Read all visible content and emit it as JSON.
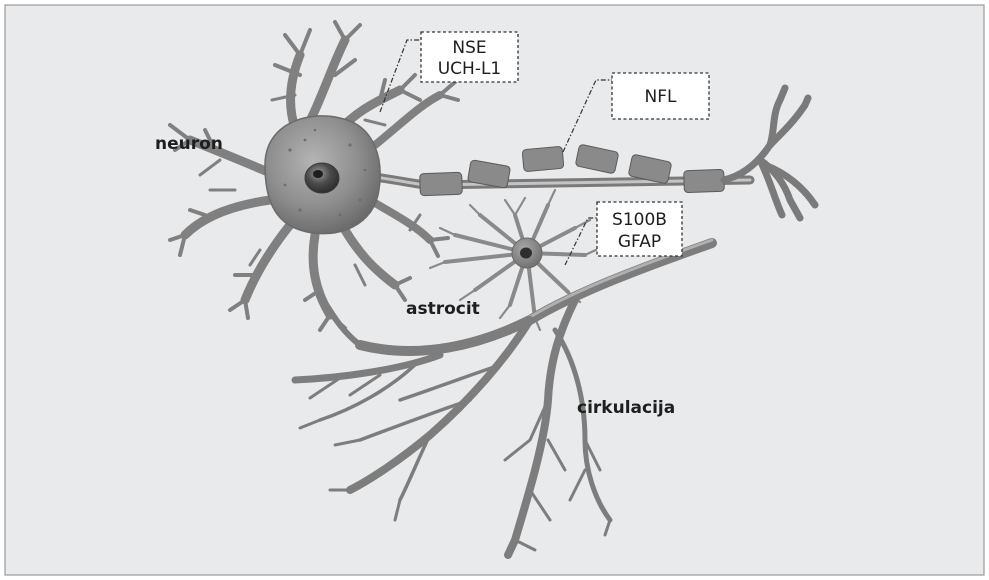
{
  "colors": {
    "background": "#e9eaec",
    "border": "#9a9a9a",
    "cell_body": "#8c8c8c",
    "cell_dark": "#5e5e5e",
    "myelin": "#8a8a8a",
    "vessel": "#7d7d7d",
    "label_text": "#1e1e1e"
  },
  "labels": {
    "neuron": "neuron",
    "astrocit": "astrocit",
    "cirkulacija": "cirkulacija"
  },
  "markers": {
    "neuron_box": {
      "line1": "NSE",
      "line2": "UCH-L1"
    },
    "axon_box": {
      "line1": "NFL"
    },
    "astrocyte_box": {
      "line1": "S100B",
      "line2": "GFAP"
    }
  }
}
